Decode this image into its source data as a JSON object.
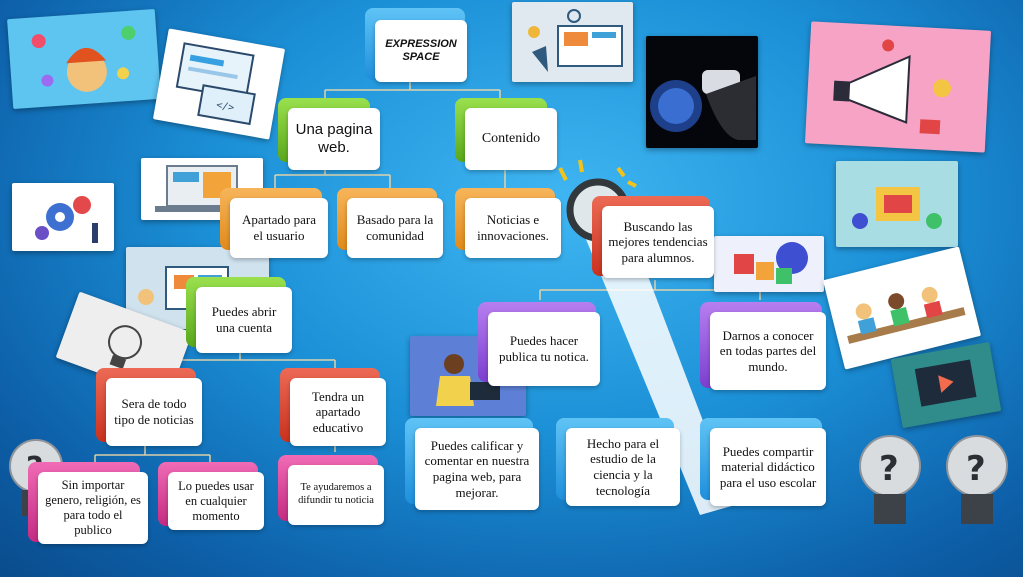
{
  "colors": {
    "background": "#1b8fd6",
    "blue": "#2a9be3",
    "green": "#6fbf2a",
    "orange": "#ee9a2e",
    "red": "#d8412c",
    "purple": "#9a57e0",
    "pink": "#d93d95"
  },
  "root": {
    "title": "EXPRESSION SPACE"
  },
  "level1": [
    {
      "label": "Una pagina web."
    },
    {
      "label": "Contenido"
    }
  ],
  "level2": [
    {
      "label": "Apartado para el usuario"
    },
    {
      "label": "Basado para la comunidad"
    },
    {
      "label": "Noticias e innovaciones."
    },
    {
      "label": "Buscando las mejores tendencias para alumnos."
    }
  ],
  "account": {
    "label": "Puedes abrir una cuenta"
  },
  "level3": [
    {
      "label": "Sera de todo tipo de noticias"
    },
    {
      "label": "Tendra un apartado educativo"
    },
    {
      "label": "Puedes hacer publica tu notica."
    },
    {
      "label": "Darnos a conocer en todas partes del mundo."
    }
  ],
  "level4": [
    {
      "label": "Sin importar genero, religión, es para todo el publico"
    },
    {
      "label": "Lo puedes usar en cualquier momento"
    },
    {
      "label": "Te ayudaremos a difundir tu noticia"
    },
    {
      "label": "Puedes calificar y comentar en nuestra pagina web, para mejorar."
    },
    {
      "label": "Hecho para el estudio de la ciencia y la tecnología"
    },
    {
      "label": "Puedes compartir material didáctico para el uso escolar"
    }
  ],
  "icons": [
    "lightbulb-question-icon",
    "magnifier-icon",
    "megaphone-icon",
    "vr-headset-icon",
    "gears-team-icon",
    "web-design-icon"
  ]
}
